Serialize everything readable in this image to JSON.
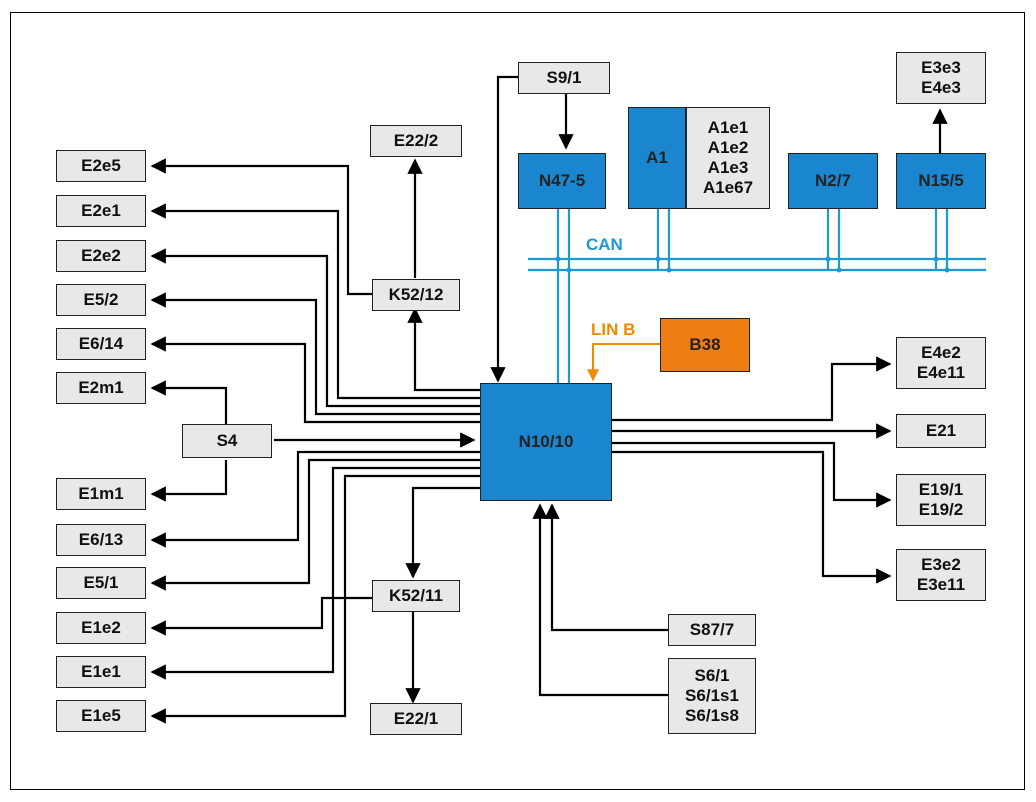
{
  "colors": {
    "ecu": "#1a86cf",
    "component": "#e8e8e8",
    "lin_module": "#f07c14",
    "can_bus": "#1b9ad6",
    "lin_bus": "#f08a00"
  },
  "bus_labels": {
    "can": "CAN",
    "lin": "LIN B"
  },
  "central": "N10/10",
  "ecus": {
    "n47": "N47-5",
    "a1": "A1",
    "n2": "N2/7",
    "n15": "N15/5"
  },
  "lin_module": "B38",
  "a1_outputs": [
    "A1e1",
    "A1e2",
    "A1e3",
    "A1e67"
  ],
  "top": {
    "s9": "S9/1",
    "e22_2": "E22/2",
    "k52_12": "K52/12",
    "e3e3": [
      "E3e3",
      "E4e3"
    ]
  },
  "left": {
    "e2e5": "E2e5",
    "e2e1": "E2e1",
    "e2e2": "E2e2",
    "e5_2": "E5/2",
    "e6_14": "E6/14",
    "e2m1": "E2m1",
    "s4": "S4",
    "e1m1": "E1m1",
    "e6_13": "E6/13",
    "e5_1": "E5/1",
    "e1e2": "E1e2",
    "e1e1": "E1e1",
    "e1e5": "E1e5"
  },
  "bottom": {
    "k52_11": "K52/11",
    "e22_1": "E22/1",
    "s87_7": "S87/7",
    "s6_1": [
      "S6/1",
      "S6/1s1",
      "S6/1s8"
    ]
  },
  "right": {
    "e4e2": [
      "E4e2",
      "E4e11"
    ],
    "e21": "E21",
    "e19": [
      "E19/1",
      "E19/2"
    ],
    "e3e2": [
      "E3e2",
      "E3e11"
    ]
  }
}
